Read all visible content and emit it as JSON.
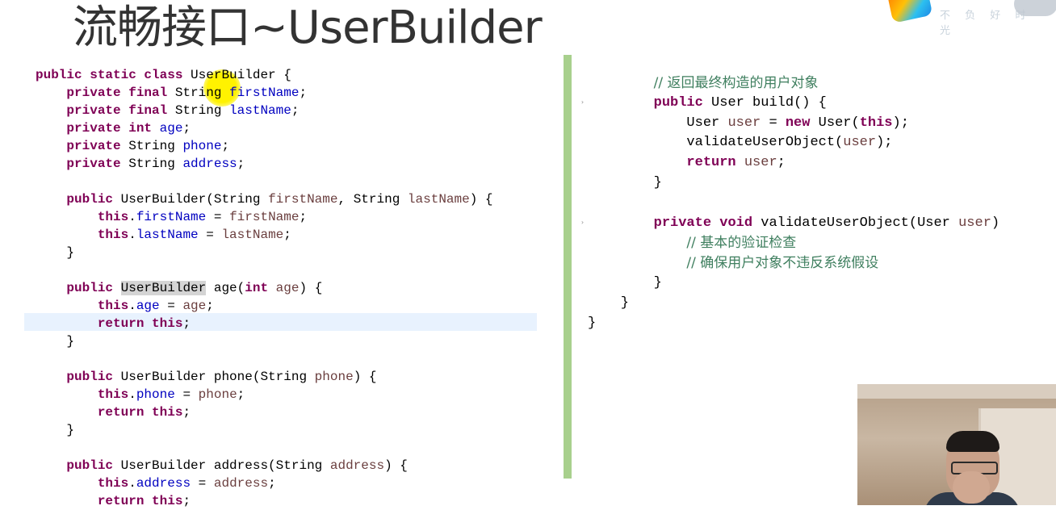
{
  "slide": {
    "title": "流畅接口~UserBuilder"
  },
  "logo": {
    "slogan": "不 负 好 时 光"
  },
  "code_left": {
    "lines": [
      [
        {
          "t": "public static class ",
          "k": "kw"
        },
        {
          "t": "UserBuilder {",
          "k": ""
        }
      ],
      [
        {
          "t": "    ",
          "k": ""
        },
        {
          "t": "private final ",
          "k": "kw"
        },
        {
          "t": "String ",
          "k": ""
        },
        {
          "t": "firstName",
          "k": "fld"
        },
        {
          "t": ";",
          "k": ""
        }
      ],
      [
        {
          "t": "    ",
          "k": ""
        },
        {
          "t": "private final ",
          "k": "kw"
        },
        {
          "t": "String ",
          "k": ""
        },
        {
          "t": "lastName",
          "k": "fld"
        },
        {
          "t": ";",
          "k": ""
        }
      ],
      [
        {
          "t": "    ",
          "k": ""
        },
        {
          "t": "private int ",
          "k": "kw"
        },
        {
          "t": "age",
          "k": "fld"
        },
        {
          "t": ";",
          "k": ""
        }
      ],
      [
        {
          "t": "    ",
          "k": ""
        },
        {
          "t": "private ",
          "k": "kw"
        },
        {
          "t": "String ",
          "k": ""
        },
        {
          "t": "phone",
          "k": "fld"
        },
        {
          "t": ";",
          "k": ""
        }
      ],
      [
        {
          "t": "    ",
          "k": ""
        },
        {
          "t": "private ",
          "k": "kw"
        },
        {
          "t": "String ",
          "k": ""
        },
        {
          "t": "address",
          "k": "fld"
        },
        {
          "t": ";",
          "k": ""
        }
      ],
      [
        {
          "t": "",
          "k": ""
        }
      ],
      [
        {
          "t": "    ",
          "k": ""
        },
        {
          "t": "public ",
          "k": "kw"
        },
        {
          "t": "UserBuilder(String ",
          "k": ""
        },
        {
          "t": "firstName",
          "k": "prm"
        },
        {
          "t": ", String ",
          "k": ""
        },
        {
          "t": "lastName",
          "k": "prm"
        },
        {
          "t": ") {",
          "k": ""
        }
      ],
      [
        {
          "t": "        ",
          "k": ""
        },
        {
          "t": "this",
          "k": "kw"
        },
        {
          "t": ".",
          "k": ""
        },
        {
          "t": "firstName",
          "k": "fld"
        },
        {
          "t": " = ",
          "k": ""
        },
        {
          "t": "firstName",
          "k": "prm"
        },
        {
          "t": ";",
          "k": ""
        }
      ],
      [
        {
          "t": "        ",
          "k": ""
        },
        {
          "t": "this",
          "k": "kw"
        },
        {
          "t": ".",
          "k": ""
        },
        {
          "t": "lastName",
          "k": "fld"
        },
        {
          "t": " = ",
          "k": ""
        },
        {
          "t": "lastName",
          "k": "prm"
        },
        {
          "t": ";",
          "k": ""
        }
      ],
      [
        {
          "t": "    }",
          "k": ""
        }
      ],
      [
        {
          "t": "",
          "k": ""
        }
      ],
      [
        {
          "t": "    ",
          "k": ""
        },
        {
          "t": "public ",
          "k": "kw"
        },
        {
          "t": "UserBuilder",
          "k": "occ"
        },
        {
          "t": " age(",
          "k": ""
        },
        {
          "t": "int ",
          "k": "kw"
        },
        {
          "t": "age",
          "k": "prm"
        },
        {
          "t": ") {",
          "k": ""
        }
      ],
      [
        {
          "t": "        ",
          "k": ""
        },
        {
          "t": "this",
          "k": "kw"
        },
        {
          "t": ".",
          "k": ""
        },
        {
          "t": "age",
          "k": "fld"
        },
        {
          "t": " = ",
          "k": ""
        },
        {
          "t": "age",
          "k": "prm"
        },
        {
          "t": ";",
          "k": ""
        }
      ],
      [
        {
          "t": "        ",
          "k": ""
        },
        {
          "t": "return this",
          "k": "kw"
        },
        {
          "t": ";",
          "k": ""
        }
      ],
      [
        {
          "t": "    }",
          "k": ""
        }
      ],
      [
        {
          "t": "",
          "k": ""
        }
      ],
      [
        {
          "t": "    ",
          "k": ""
        },
        {
          "t": "public ",
          "k": "kw"
        },
        {
          "t": "UserBuilder phone(String ",
          "k": ""
        },
        {
          "t": "phone",
          "k": "prm"
        },
        {
          "t": ") {",
          "k": ""
        }
      ],
      [
        {
          "t": "        ",
          "k": ""
        },
        {
          "t": "this",
          "k": "kw"
        },
        {
          "t": ".",
          "k": ""
        },
        {
          "t": "phone",
          "k": "fld"
        },
        {
          "t": " = ",
          "k": ""
        },
        {
          "t": "phone",
          "k": "prm"
        },
        {
          "t": ";",
          "k": ""
        }
      ],
      [
        {
          "t": "        ",
          "k": ""
        },
        {
          "t": "return this",
          "k": "kw"
        },
        {
          "t": ";",
          "k": ""
        }
      ],
      [
        {
          "t": "    }",
          "k": ""
        }
      ],
      [
        {
          "t": "",
          "k": ""
        }
      ],
      [
        {
          "t": "    ",
          "k": ""
        },
        {
          "t": "public ",
          "k": "kw"
        },
        {
          "t": "UserBuilder address(String ",
          "k": ""
        },
        {
          "t": "address",
          "k": "prm"
        },
        {
          "t": ") {",
          "k": ""
        }
      ],
      [
        {
          "t": "        ",
          "k": ""
        },
        {
          "t": "this",
          "k": "kw"
        },
        {
          "t": ".",
          "k": ""
        },
        {
          "t": "address",
          "k": "fld"
        },
        {
          "t": " = ",
          "k": ""
        },
        {
          "t": "address",
          "k": "prm"
        },
        {
          "t": ";",
          "k": ""
        }
      ],
      [
        {
          "t": "        ",
          "k": ""
        },
        {
          "t": "return this",
          "k": "kw"
        },
        {
          "t": ";",
          "k": ""
        }
      ]
    ]
  },
  "code_right": {
    "lines": [
      [
        {
          "t": "        ",
          "k": ""
        },
        {
          "t": "// 返回最终构造的用户对象",
          "k": "cmt"
        }
      ],
      [
        {
          "t": "        ",
          "k": ""
        },
        {
          "t": "public ",
          "k": "kw"
        },
        {
          "t": "User build() {",
          "k": ""
        }
      ],
      [
        {
          "t": "            User ",
          "k": ""
        },
        {
          "t": "user",
          "k": "prm"
        },
        {
          "t": " = ",
          "k": ""
        },
        {
          "t": "new ",
          "k": "kw"
        },
        {
          "t": "User(",
          "k": ""
        },
        {
          "t": "this",
          "k": "kw"
        },
        {
          "t": ");",
          "k": ""
        }
      ],
      [
        {
          "t": "            validateUserObject(",
          "k": ""
        },
        {
          "t": "user",
          "k": "prm"
        },
        {
          "t": ");",
          "k": ""
        }
      ],
      [
        {
          "t": "            ",
          "k": ""
        },
        {
          "t": "return ",
          "k": "kw"
        },
        {
          "t": "user",
          "k": "prm"
        },
        {
          "t": ";",
          "k": ""
        }
      ],
      [
        {
          "t": "        }",
          "k": ""
        }
      ],
      [
        {
          "t": "",
          "k": ""
        }
      ],
      [
        {
          "t": "        ",
          "k": ""
        },
        {
          "t": "private void ",
          "k": "kw"
        },
        {
          "t": "validateUserObject(User ",
          "k": ""
        },
        {
          "t": "user",
          "k": "prm"
        },
        {
          "t": ")",
          "k": ""
        }
      ],
      [
        {
          "t": "            ",
          "k": ""
        },
        {
          "t": "// 基本的验证检查",
          "k": "cmt"
        }
      ],
      [
        {
          "t": "            ",
          "k": ""
        },
        {
          "t": "// 确保用户对象不违反系统假设",
          "k": "cmt"
        }
      ],
      [
        {
          "t": "        }",
          "k": ""
        }
      ],
      [
        {
          "t": "    }",
          "k": ""
        }
      ],
      [
        {
          "t": "}",
          "k": ""
        }
      ]
    ]
  },
  "colors": {
    "keyword": "#7f0055",
    "field": "#0000c0",
    "param": "#6a3e3e",
    "comment": "#3f7f5f",
    "divider": "#a8d08d",
    "current_line": "#e8f2fe"
  }
}
